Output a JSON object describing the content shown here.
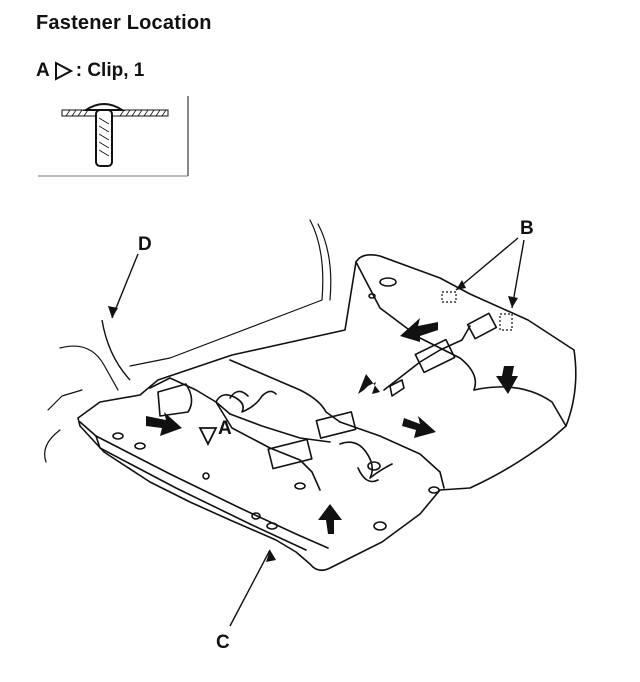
{
  "title": "Fastener Location",
  "legend": {
    "letter": "A",
    "symbol": "triangle-pointer-icon",
    "text": ": Clip, 1"
  },
  "callouts": {
    "a": "A",
    "b": "B",
    "c": "C",
    "d": "D"
  },
  "colors": {
    "ink": "#111111",
    "background": "#ffffff"
  }
}
